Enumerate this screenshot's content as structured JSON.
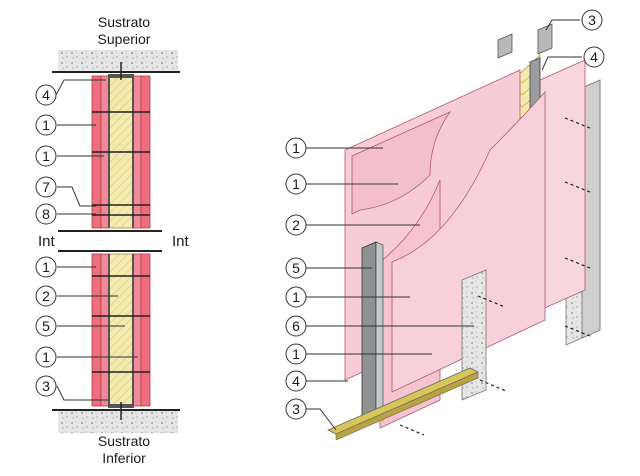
{
  "section": {
    "top_substrate": [
      "Sustrato",
      "Superior"
    ],
    "bottom_substrate": [
      "Sustrato",
      "Inferior"
    ],
    "interior_left": "Int",
    "interior_right": "Int",
    "callouts": [
      "4",
      "1",
      "1",
      "7",
      "8",
      "1",
      "2",
      "5",
      "1",
      "3"
    ]
  },
  "isometric": {
    "callouts_left": [
      "1",
      "1",
      "2",
      "5",
      "1",
      "6",
      "1",
      "4",
      "3"
    ],
    "callouts_right": [
      "3",
      "4"
    ]
  },
  "colors": {
    "board_pink": "#f5c4cf",
    "board_pink_dark": "#e46272",
    "insulation_yellow": "#f3eab0",
    "steel_grey": "#9a9c9e",
    "substrate_grey": "#cfcfcf"
  }
}
